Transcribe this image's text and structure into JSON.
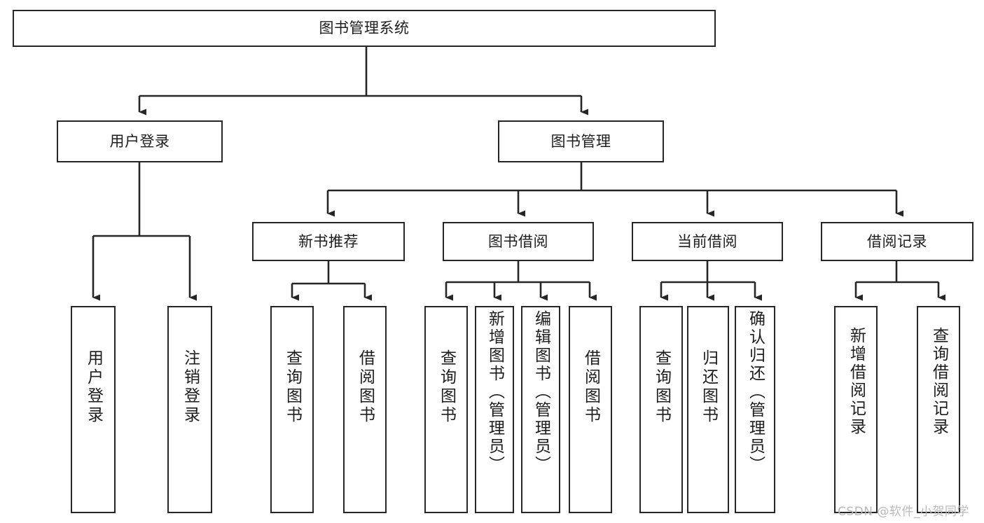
{
  "diagram": {
    "title": "图书管理系统",
    "root": {
      "label": "图书管理系统"
    },
    "level2": [
      {
        "label": "用户登录"
      },
      {
        "label": "图书管理"
      }
    ],
    "level3": [
      {
        "label": "新书推荐"
      },
      {
        "label": "图书借阅"
      },
      {
        "label": "当前借阅"
      },
      {
        "label": "借阅记录"
      }
    ],
    "leaves": [
      {
        "label": "用户登录"
      },
      {
        "label": "注销登录"
      },
      {
        "label": "查询图书"
      },
      {
        "label": "借阅图书"
      },
      {
        "label": "查询图书"
      },
      {
        "label": "新增图书（管理员）"
      },
      {
        "label": "编辑图书（管理员）"
      },
      {
        "label": "借阅图书"
      },
      {
        "label": "查询图书"
      },
      {
        "label": "归还图书"
      },
      {
        "label": "确认归还（管理员）"
      },
      {
        "label": "新增借阅记录"
      },
      {
        "label": "查询借阅记录"
      }
    ],
    "watermark": "CSDN @软件_小贺同学",
    "colors": {
      "stroke": "#262626",
      "fill": "#ffffff",
      "text": "#1d1d1d",
      "watermark": "#b9b9b9"
    }
  }
}
